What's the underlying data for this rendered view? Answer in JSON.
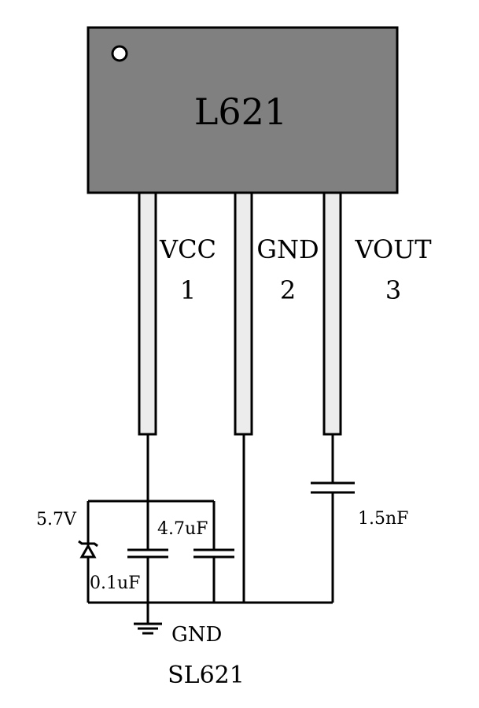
{
  "chip": {
    "label": "L621"
  },
  "pins": [
    {
      "name": "VCC",
      "number": "1"
    },
    {
      "name": "GND",
      "number": "2"
    },
    {
      "name": "VOUT",
      "number": "3"
    }
  ],
  "components": {
    "zener": {
      "label": "5.7V"
    },
    "cap_bypass": {
      "label": "0.1uF"
    },
    "cap_bulk": {
      "label": "4.7uF"
    },
    "cap_output": {
      "label": "1.5nF"
    }
  },
  "ground": {
    "label": "GND"
  },
  "caption": "SL621",
  "colors": {
    "chip_body": "#808080",
    "pin_fill": "#ececec",
    "wire": "#000000"
  }
}
